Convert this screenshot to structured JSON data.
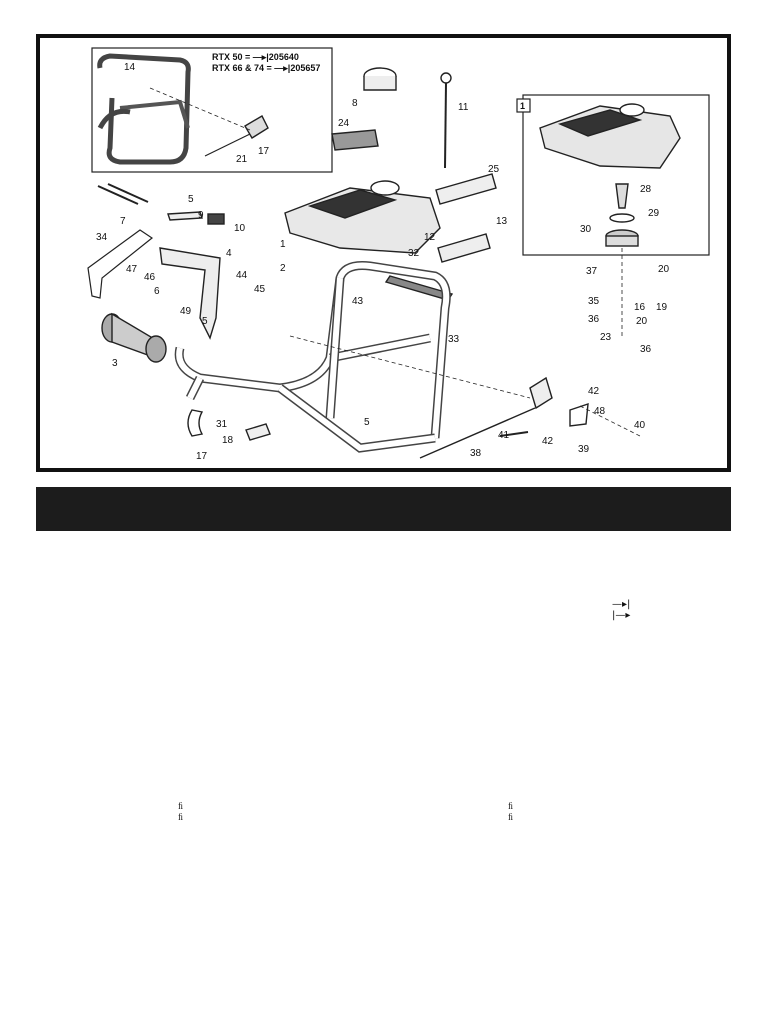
{
  "inset_legend": {
    "line1": "RTX 50 = —▸|205640",
    "line2": "RTX 66 & 74 = —▸|205657"
  },
  "inset_box_label": "1",
  "callouts": [
    "14",
    "8",
    "11",
    "24",
    "21",
    "17",
    "25",
    "5",
    "9",
    "7",
    "13",
    "34",
    "10",
    "1",
    "12",
    "4",
    "32",
    "2",
    "47",
    "46",
    "44",
    "45",
    "6",
    "49",
    "43",
    "5",
    "33",
    "3",
    "42",
    "48",
    "31",
    "5",
    "41",
    "42",
    "40",
    "18",
    "39",
    "38",
    "17",
    "28",
    "29",
    "30",
    "37",
    "20",
    "35",
    "16",
    "19",
    "36",
    "20",
    "23",
    "36"
  ],
  "title_bar_text": "",
  "symbols": {
    "sym1": "—▸|",
    "sym2": "|—▸"
  },
  "ligatures": {
    "l1": "ﬁ",
    "l2": "ﬁ",
    "l3": "ﬁ",
    "l4": "ﬁ"
  }
}
